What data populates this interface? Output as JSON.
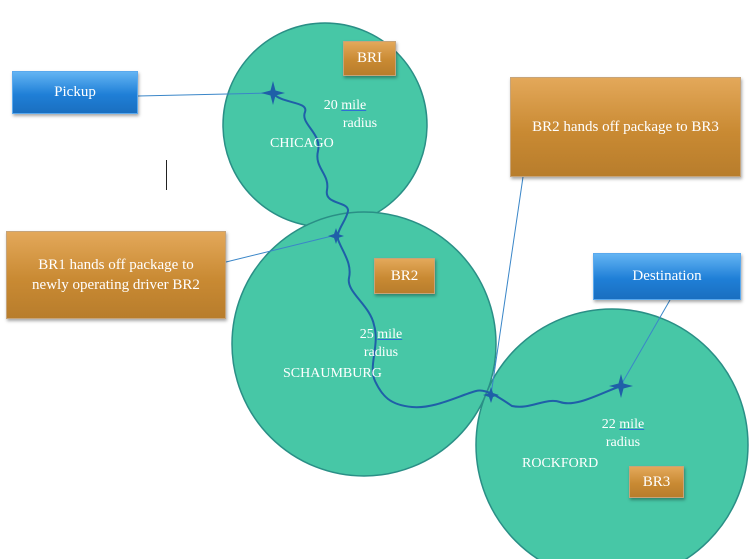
{
  "boxes": {
    "pickup": "Pickup",
    "destination": "Destination",
    "br1_badge": "BRI",
    "br2_badge": "BR2",
    "br3_badge": "BR3",
    "handoff_br1": "BR1 hands off package to newly operating driver BR2",
    "handoff_br2": "BR2 hands off package to BR3"
  },
  "zones": [
    {
      "city": "CHICAGO",
      "radius_value": "20",
      "radius_unit": "mile",
      "radius_word": "radius"
    },
    {
      "city": "SCHAUMBURG",
      "radius_value": "25",
      "radius_unit": "mile",
      "radius_word": "radius"
    },
    {
      "city": "ROCKFORD",
      "radius_value": "22",
      "radius_unit": "mile",
      "radius_word": "radius"
    }
  ],
  "colors": {
    "circle_fill": "#47c7a6",
    "circle_stroke": "#2a8f86",
    "route": "#1f5fa8",
    "connector": "#3a86c8",
    "blue_box": "#2487dc",
    "tan_box": "#c98a33"
  }
}
